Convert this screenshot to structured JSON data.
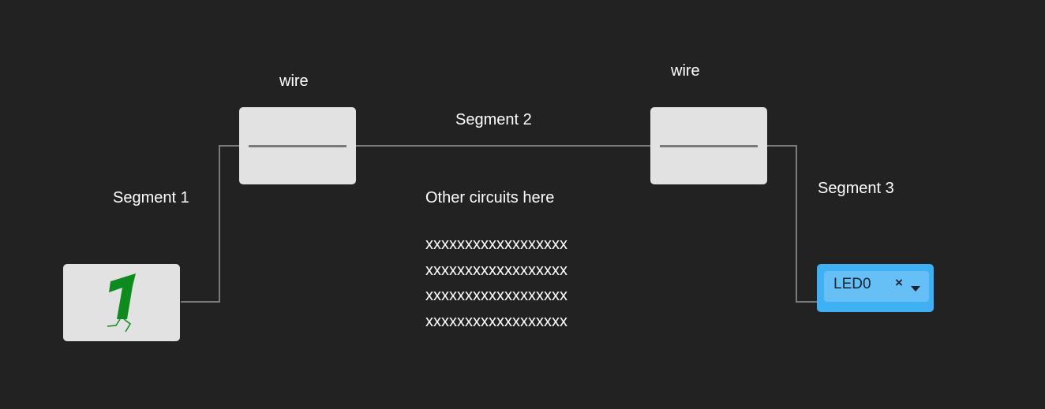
{
  "colors": {
    "background": "#222222",
    "wire": "#7a7a7a",
    "block": "#e2e2e2",
    "led_accent": "#3fb0f4",
    "digit_green": "#0f8a1e"
  },
  "labels": {
    "wire_left": "wire",
    "wire_right": "wire",
    "segment_1": "Segment 1",
    "segment_2": "Segment 2",
    "segment_3": "Segment 3",
    "other_circuits": "Other circuits here"
  },
  "filler_lines": [
    "xxxxxxxxxxxxxxxxxx",
    "xxxxxxxxxxxxxxxxxx",
    "xxxxxxxxxxxxxxxxxx",
    "xxxxxxxxxxxxxxxxxx"
  ],
  "source_block": {
    "icon": "walking-digit-one-icon",
    "digit": "1"
  },
  "led_selector": {
    "selected": "LED0",
    "clear_label": "×",
    "icon": "dropdown-arrow-icon"
  }
}
